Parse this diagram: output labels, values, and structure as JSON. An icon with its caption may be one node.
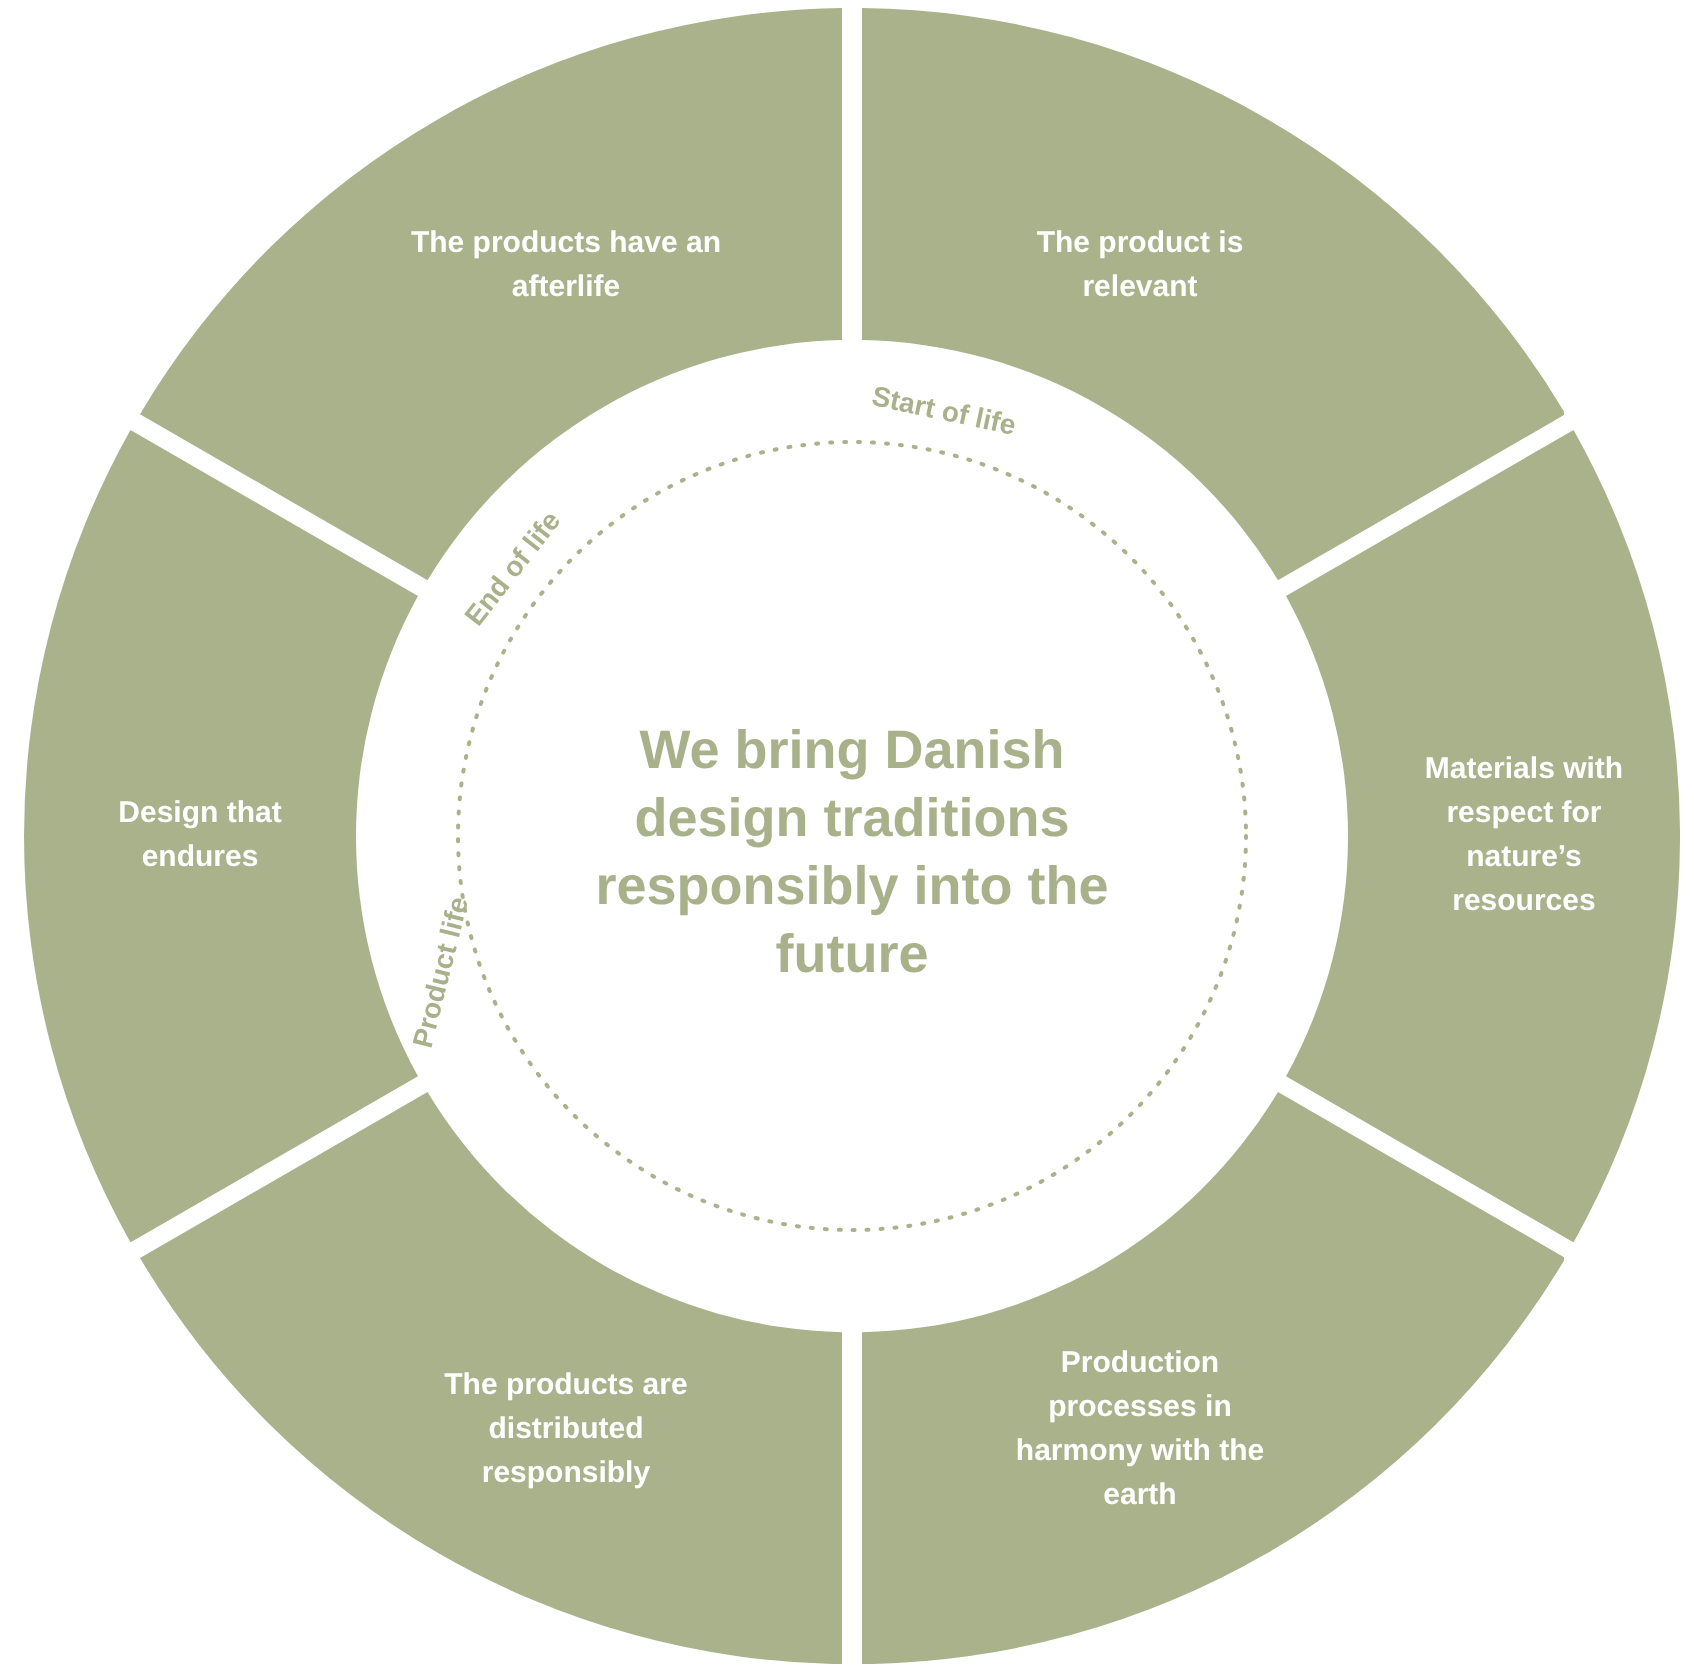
{
  "diagram": {
    "nodes": [
      {
        "text": [
          "We bring Danish design traditions responsibly into the future"
        ]
      },
      {
        "text": [
          "The product is relevant"
        ]
      },
      {
        "text": [
          "Materials with respect for nature’s resources"
        ]
      },
      {
        "text": [
          "Production processes in harmony with the earth"
        ]
      },
      {
        "text": [
          "The products are distributed responsibly"
        ]
      },
      {
        "text": [
          "Design that endures"
        ]
      },
      {
        "text": [
          "The products have an afterlife"
        ]
      }
    ],
    "labels": [
      "Start of life",
      "End of life",
      "Product life"
    ]
  }
}
